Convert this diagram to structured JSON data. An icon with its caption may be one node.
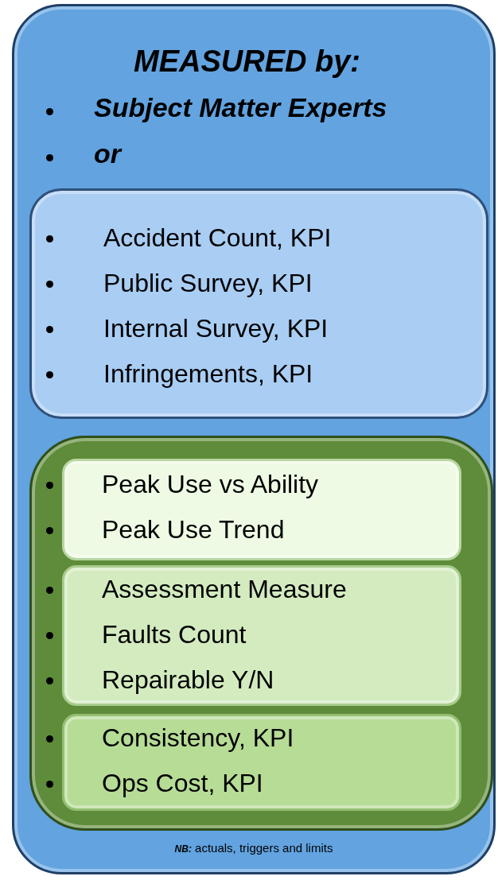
{
  "diagram": {
    "nodes": [
      {
        "text": [
          "MEASURED by:",
          "Subject Matter Experts",
          "or",
          "**NB:** actuals, triggers and limits"
        ]
      },
      {
        "text": [
          "Accident Count, KPI",
          "Public Survey, KPI",
          "Internal Survey, KPI",
          "Infringements, KPI"
        ],
        "in": 0
      },
      {
        "text": [],
        "shape": "box",
        "in": 0
      },
      {
        "text": [
          "Peak Use vs Ability",
          "Peak Use Trend"
        ],
        "in": 2
      },
      {
        "text": [
          "Assessment Measure",
          "Faults Count",
          "Repairable Y/N"
        ],
        "in": 2
      },
      {
        "text": [
          "Consistency, KPI",
          "Ops Cost, KPI"
        ],
        "in": 2
      }
    ]
  }
}
